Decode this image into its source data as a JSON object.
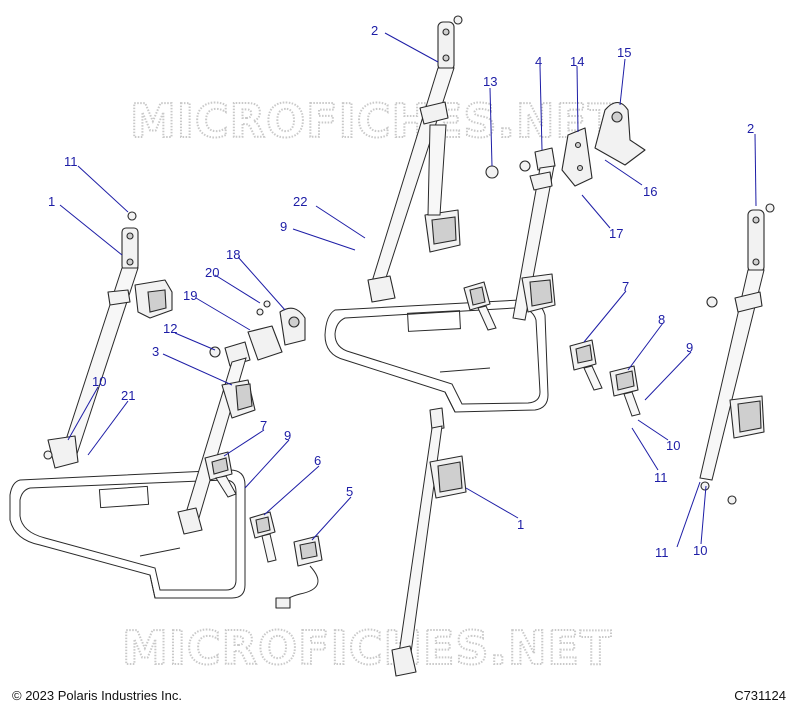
{
  "watermark": "MICROFICHES.NET",
  "copyright": "© 2023 Polaris Industries Inc.",
  "diagram_id": "C731124",
  "callouts": [
    "2",
    "4",
    "13",
    "14",
    "15",
    "11",
    "1",
    "2",
    "22",
    "16",
    "9",
    "17",
    "18",
    "20",
    "19",
    "12",
    "3",
    "7",
    "8",
    "9",
    "10",
    "21",
    "7",
    "9",
    "10",
    "11",
    "6",
    "5",
    "1",
    "11",
    "10"
  ]
}
